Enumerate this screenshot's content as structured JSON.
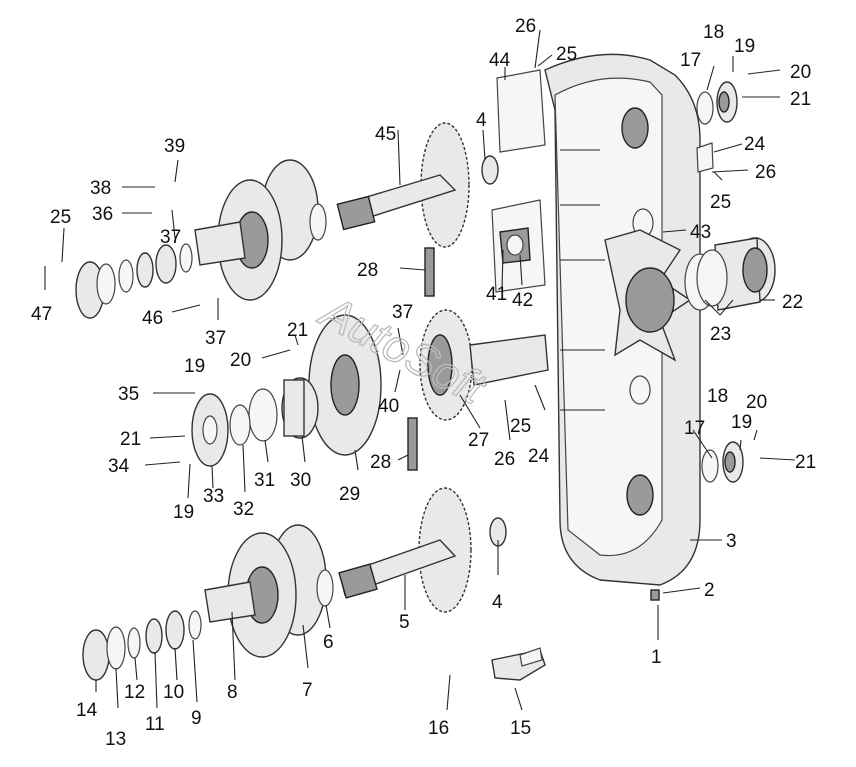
{
  "watermark": "AutoSoft",
  "labels": {
    "l1": "1",
    "l2": "2",
    "l3": "3",
    "l4a": "4",
    "l4b": "4",
    "l5": "5",
    "l6": "6",
    "l7": "7",
    "l8": "8",
    "l9": "9",
    "l10": "10",
    "l11": "11",
    "l12": "12",
    "l13": "13",
    "l14": "14",
    "l15": "15",
    "l16": "16",
    "l17a": "17",
    "l17b": "17",
    "l18a": "18",
    "l18b": "18",
    "l19a": "19",
    "l19b": "19",
    "l19c": "19",
    "l19d": "19",
    "l20a": "20",
    "l20b": "20",
    "l20c": "20",
    "l21a": "21",
    "l21b": "21",
    "l21c": "21",
    "l21d": "21",
    "l22": "22",
    "l23": "23",
    "l24a": "24",
    "l24b": "24",
    "l25a": "25",
    "l25b": "25",
    "l25c": "25",
    "l25d": "25",
    "l26a": "26",
    "l26b": "26",
    "l26c": "26",
    "l27": "27",
    "l28a": "28",
    "l28b": "28",
    "l29": "29",
    "l30": "30",
    "l31": "31",
    "l32": "32",
    "l33": "33",
    "l34": "34",
    "l35": "35",
    "l36": "36",
    "l37a": "37",
    "l37b": "37",
    "l37c": "37",
    "l38": "38",
    "l39": "39",
    "l40": "40",
    "l41": "41",
    "l42": "42",
    "l43": "43",
    "l44": "44",
    "l45": "45",
    "l46": "46",
    "l47": "47"
  }
}
